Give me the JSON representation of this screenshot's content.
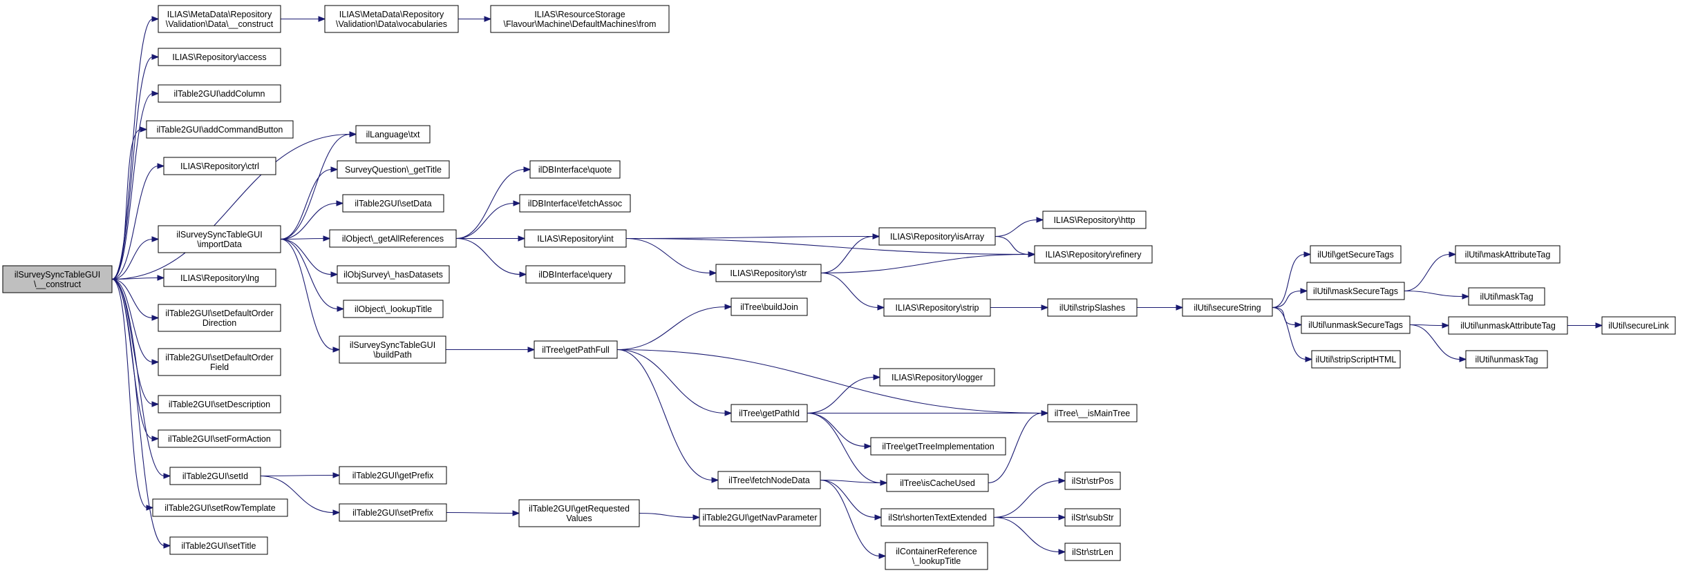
{
  "diagram": {
    "title": "",
    "colors": {
      "edge": "#191970",
      "root_fill": "#bfbfbf",
      "node_fill": "#ffffff",
      "border": "#000000"
    },
    "nodes": [
      {
        "id": "root",
        "lines": [
          "ilSurveySyncTableGUI",
          "\\__construct"
        ],
        "root": true
      },
      {
        "id": "mdConstruct",
        "lines": [
          "ILIAS\\MetaData\\Repository",
          "\\Validation\\Data\\__construct"
        ]
      },
      {
        "id": "mdVocab",
        "lines": [
          "ILIAS\\MetaData\\Repository",
          "\\Validation\\Data\\vocabularies"
        ]
      },
      {
        "id": "rsFrom",
        "lines": [
          "ILIAS\\ResourceStorage",
          "\\Flavour\\Machine\\DefaultMachines\\from"
        ]
      },
      {
        "id": "access",
        "lines": [
          "ILIAS\\Repository\\access"
        ]
      },
      {
        "id": "addColumn",
        "lines": [
          "ilTable2GUI\\addColumn"
        ]
      },
      {
        "id": "addCmd",
        "lines": [
          "ilTable2GUI\\addCommandButton"
        ]
      },
      {
        "id": "ctrl",
        "lines": [
          "ILIAS\\Repository\\ctrl"
        ]
      },
      {
        "id": "importData",
        "lines": [
          "ilSurveySyncTableGUI",
          "\\importData"
        ]
      },
      {
        "id": "lng",
        "lines": [
          "ILIAS\\Repository\\lng"
        ]
      },
      {
        "id": "setDefOrdDir",
        "lines": [
          "ilTable2GUI\\setDefaultOrder",
          "Direction"
        ]
      },
      {
        "id": "setDefOrdField",
        "lines": [
          "ilTable2GUI\\setDefaultOrder",
          "Field"
        ]
      },
      {
        "id": "setDesc",
        "lines": [
          "ilTable2GUI\\setDescription"
        ]
      },
      {
        "id": "setFormAction",
        "lines": [
          "ilTable2GUI\\setFormAction"
        ]
      },
      {
        "id": "setId",
        "lines": [
          "ilTable2GUI\\setId"
        ]
      },
      {
        "id": "setRowTpl",
        "lines": [
          "ilTable2GUI\\setRowTemplate"
        ]
      },
      {
        "id": "setTitle",
        "lines": [
          "ilTable2GUI\\setTitle"
        ]
      },
      {
        "id": "txt",
        "lines": [
          "ilLanguage\\txt"
        ]
      },
      {
        "id": "sqGetTitle",
        "lines": [
          "SurveyQuestion\\_getTitle"
        ]
      },
      {
        "id": "setData",
        "lines": [
          "ilTable2GUI\\setData"
        ]
      },
      {
        "id": "getAllRefs",
        "lines": [
          "ilObject\\_getAllReferences"
        ]
      },
      {
        "id": "hasDatasets",
        "lines": [
          "ilObjSurvey\\_hasDatasets"
        ]
      },
      {
        "id": "lookupTitle",
        "lines": [
          "ilObject\\_lookupTitle"
        ]
      },
      {
        "id": "buildPath",
        "lines": [
          "ilSurveySyncTableGUI",
          "\\buildPath"
        ]
      },
      {
        "id": "getPrefix",
        "lines": [
          "ilTable2GUI\\getPrefix"
        ]
      },
      {
        "id": "setPrefix",
        "lines": [
          "ilTable2GUI\\setPrefix"
        ]
      },
      {
        "id": "quote",
        "lines": [
          "ilDBInterface\\quote"
        ]
      },
      {
        "id": "fetchAssoc",
        "lines": [
          "ilDBInterface\\fetchAssoc"
        ]
      },
      {
        "id": "int",
        "lines": [
          "ILIAS\\Repository\\int"
        ]
      },
      {
        "id": "query",
        "lines": [
          "ilDBInterface\\query"
        ]
      },
      {
        "id": "getPathFull",
        "lines": [
          "ilTree\\getPathFull"
        ]
      },
      {
        "id": "getReqValues",
        "lines": [
          "ilTable2GUI\\getRequested",
          "Values"
        ]
      },
      {
        "id": "str",
        "lines": [
          "ILIAS\\Repository\\str"
        ]
      },
      {
        "id": "buildJoin",
        "lines": [
          "ilTree\\buildJoin"
        ]
      },
      {
        "id": "getPathId",
        "lines": [
          "ilTree\\getPathId"
        ]
      },
      {
        "id": "fetchNodeData",
        "lines": [
          "ilTree\\fetchNodeData"
        ]
      },
      {
        "id": "getNavParam",
        "lines": [
          "ilTable2GUI\\getNavParameter"
        ]
      },
      {
        "id": "isArray",
        "lines": [
          "ILIAS\\Repository\\isArray"
        ]
      },
      {
        "id": "strip",
        "lines": [
          "ILIAS\\Repository\\strip"
        ]
      },
      {
        "id": "logger",
        "lines": [
          "ILIAS\\Repository\\logger"
        ]
      },
      {
        "id": "getTreeImpl",
        "lines": [
          "ilTree\\getTreeImplementation"
        ]
      },
      {
        "id": "isCacheUsed",
        "lines": [
          "ilTree\\isCacheUsed"
        ]
      },
      {
        "id": "shortenText",
        "lines": [
          "ilStr\\shortenTextExtended"
        ]
      },
      {
        "id": "crLookupTitle",
        "lines": [
          "ilContainerReference",
          "\\_lookupTitle"
        ]
      },
      {
        "id": "http",
        "lines": [
          "ILIAS\\Repository\\http"
        ]
      },
      {
        "id": "refinery",
        "lines": [
          "ILIAS\\Repository\\refinery"
        ]
      },
      {
        "id": "stripSlashes",
        "lines": [
          "ilUtil\\stripSlashes"
        ]
      },
      {
        "id": "isMainTree",
        "lines": [
          "ilTree\\__isMainTree"
        ]
      },
      {
        "id": "strPos",
        "lines": [
          "ilStr\\strPos"
        ]
      },
      {
        "id": "subStr",
        "lines": [
          "ilStr\\subStr"
        ]
      },
      {
        "id": "strLen",
        "lines": [
          "ilStr\\strLen"
        ]
      },
      {
        "id": "secureString",
        "lines": [
          "ilUtil\\secureString"
        ]
      },
      {
        "id": "getSecureTags",
        "lines": [
          "ilUtil\\getSecureTags"
        ]
      },
      {
        "id": "maskSecureTags",
        "lines": [
          "ilUtil\\maskSecureTags"
        ]
      },
      {
        "id": "unmaskSecureTags",
        "lines": [
          "ilUtil\\unmaskSecureTags"
        ]
      },
      {
        "id": "stripScriptHTML",
        "lines": [
          "ilUtil\\stripScriptHTML"
        ]
      },
      {
        "id": "maskAttrTag",
        "lines": [
          "ilUtil\\maskAttributeTag"
        ]
      },
      {
        "id": "maskTag",
        "lines": [
          "ilUtil\\maskTag"
        ]
      },
      {
        "id": "unmaskAttrTag",
        "lines": [
          "ilUtil\\unmaskAttributeTag"
        ]
      },
      {
        "id": "unmaskTag",
        "lines": [
          "ilUtil\\unmaskTag"
        ]
      },
      {
        "id": "secureLink",
        "lines": [
          "ilUtil\\secureLink"
        ]
      }
    ],
    "edges": [
      [
        "root",
        "mdConstruct"
      ],
      [
        "root",
        "access"
      ],
      [
        "root",
        "addColumn"
      ],
      [
        "root",
        "addCmd"
      ],
      [
        "root",
        "ctrl"
      ],
      [
        "root",
        "txt"
      ],
      [
        "root",
        "importData"
      ],
      [
        "root",
        "lng"
      ],
      [
        "root",
        "setDefOrdDir"
      ],
      [
        "root",
        "setDefOrdField"
      ],
      [
        "root",
        "setDesc"
      ],
      [
        "root",
        "setFormAction"
      ],
      [
        "root",
        "setId"
      ],
      [
        "root",
        "setRowTpl"
      ],
      [
        "root",
        "setTitle"
      ],
      [
        "mdConstruct",
        "mdVocab"
      ],
      [
        "mdVocab",
        "rsFrom"
      ],
      [
        "importData",
        "txt"
      ],
      [
        "importData",
        "sqGetTitle"
      ],
      [
        "importData",
        "setData"
      ],
      [
        "importData",
        "getAllRefs"
      ],
      [
        "importData",
        "hasDatasets"
      ],
      [
        "importData",
        "lookupTitle"
      ],
      [
        "importData",
        "buildPath"
      ],
      [
        "setId",
        "getPrefix"
      ],
      [
        "setId",
        "setPrefix"
      ],
      [
        "getAllRefs",
        "quote"
      ],
      [
        "getAllRefs",
        "fetchAssoc"
      ],
      [
        "getAllRefs",
        "int"
      ],
      [
        "getAllRefs",
        "query"
      ],
      [
        "buildPath",
        "getPathFull"
      ],
      [
        "setPrefix",
        "getReqValues"
      ],
      [
        "getReqValues",
        "getNavParam"
      ],
      [
        "int",
        "refinery"
      ],
      [
        "int",
        "isArray"
      ],
      [
        "int",
        "str"
      ],
      [
        "str",
        "isArray"
      ],
      [
        "str",
        "refinery"
      ],
      [
        "str",
        "strip"
      ],
      [
        "isArray",
        "http"
      ],
      [
        "isArray",
        "refinery"
      ],
      [
        "strip",
        "stripSlashes"
      ],
      [
        "stripSlashes",
        "secureString"
      ],
      [
        "secureString",
        "getSecureTags"
      ],
      [
        "secureString",
        "maskSecureTags"
      ],
      [
        "secureString",
        "unmaskSecureTags"
      ],
      [
        "secureString",
        "stripScriptHTML"
      ],
      [
        "maskSecureTags",
        "maskAttrTag"
      ],
      [
        "maskSecureTags",
        "maskTag"
      ],
      [
        "unmaskSecureTags",
        "unmaskAttrTag"
      ],
      [
        "unmaskSecureTags",
        "unmaskTag"
      ],
      [
        "unmaskAttrTag",
        "secureLink"
      ],
      [
        "getPathFull",
        "buildJoin"
      ],
      [
        "getPathFull",
        "isMainTree"
      ],
      [
        "getPathFull",
        "getPathId"
      ],
      [
        "getPathFull",
        "fetchNodeData"
      ],
      [
        "getPathId",
        "logger"
      ],
      [
        "getPathId",
        "isMainTree"
      ],
      [
        "getPathId",
        "getTreeImpl"
      ],
      [
        "getPathId",
        "isCacheUsed"
      ],
      [
        "isCacheUsed",
        "isMainTree"
      ],
      [
        "fetchNodeData",
        "isCacheUsed"
      ],
      [
        "fetchNodeData",
        "shortenText"
      ],
      [
        "fetchNodeData",
        "crLookupTitle"
      ],
      [
        "shortenText",
        "strPos"
      ],
      [
        "shortenText",
        "subStr"
      ],
      [
        "shortenText",
        "strLen"
      ]
    ]
  }
}
